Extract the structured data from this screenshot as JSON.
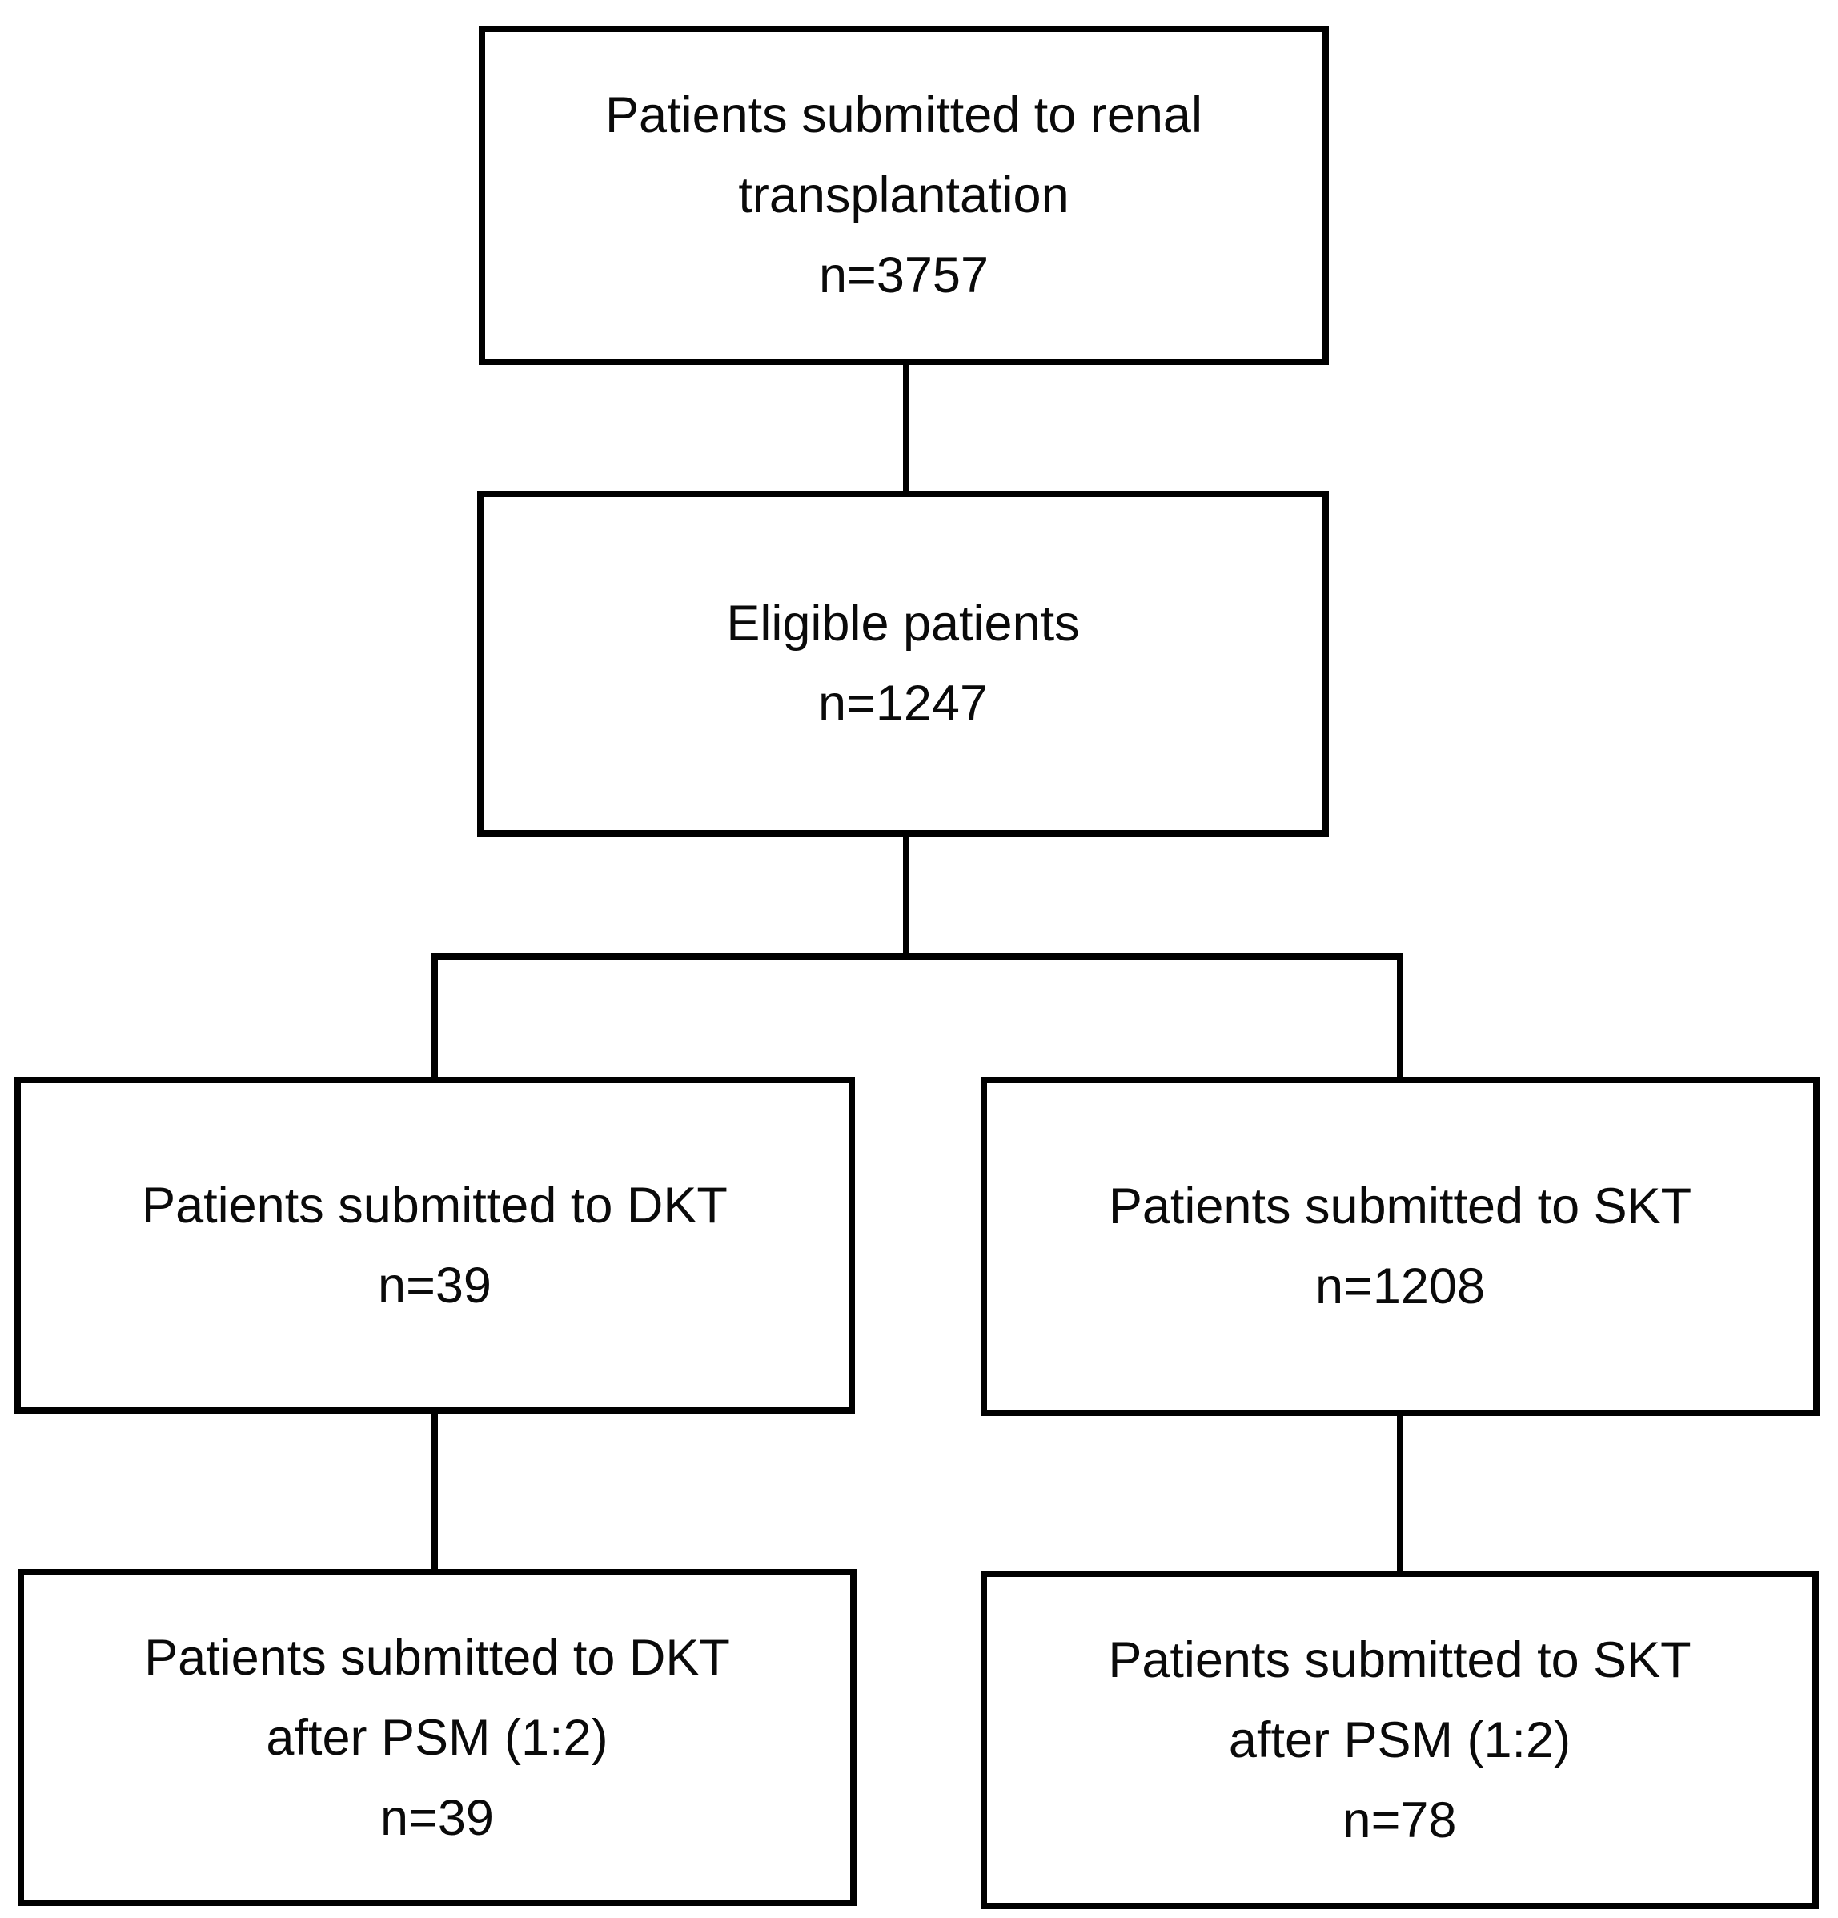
{
  "figure": {
    "type": "patient-flow-diagram",
    "background_color": "#ffffff",
    "line_color": "#000000",
    "boxes": [
      {
        "id": "renal-transplantation",
        "lines": [
          "Patients submitted to renal",
          "transplantation",
          "n=3757"
        ],
        "n": 3757
      },
      {
        "id": "eligible-patients",
        "lines": [
          "Eligible patients",
          "n=1247"
        ],
        "n": 1247
      },
      {
        "id": "dkt",
        "lines": [
          "Patients submitted to DKT",
          "n=39"
        ],
        "n": 39
      },
      {
        "id": "skt",
        "lines": [
          "Patients submitted to SKT",
          "n=1208"
        ],
        "n": 1208
      },
      {
        "id": "dkt-after-psm",
        "lines": [
          "Patients submitted to DKT",
          "after PSM (1:2)",
          "n=39"
        ],
        "n": 39
      },
      {
        "id": "skt-after-psm",
        "lines": [
          "Patients submitted to SKT",
          "after PSM (1:2)",
          "n=78"
        ],
        "n": 78
      }
    ],
    "edges": [
      {
        "from": "renal-transplantation",
        "to": "eligible-patients"
      },
      {
        "from": "eligible-patients",
        "to": "dkt"
      },
      {
        "from": "eligible-patients",
        "to": "skt"
      },
      {
        "from": "dkt",
        "to": "dkt-after-psm"
      },
      {
        "from": "skt",
        "to": "skt-after-psm"
      }
    ]
  }
}
